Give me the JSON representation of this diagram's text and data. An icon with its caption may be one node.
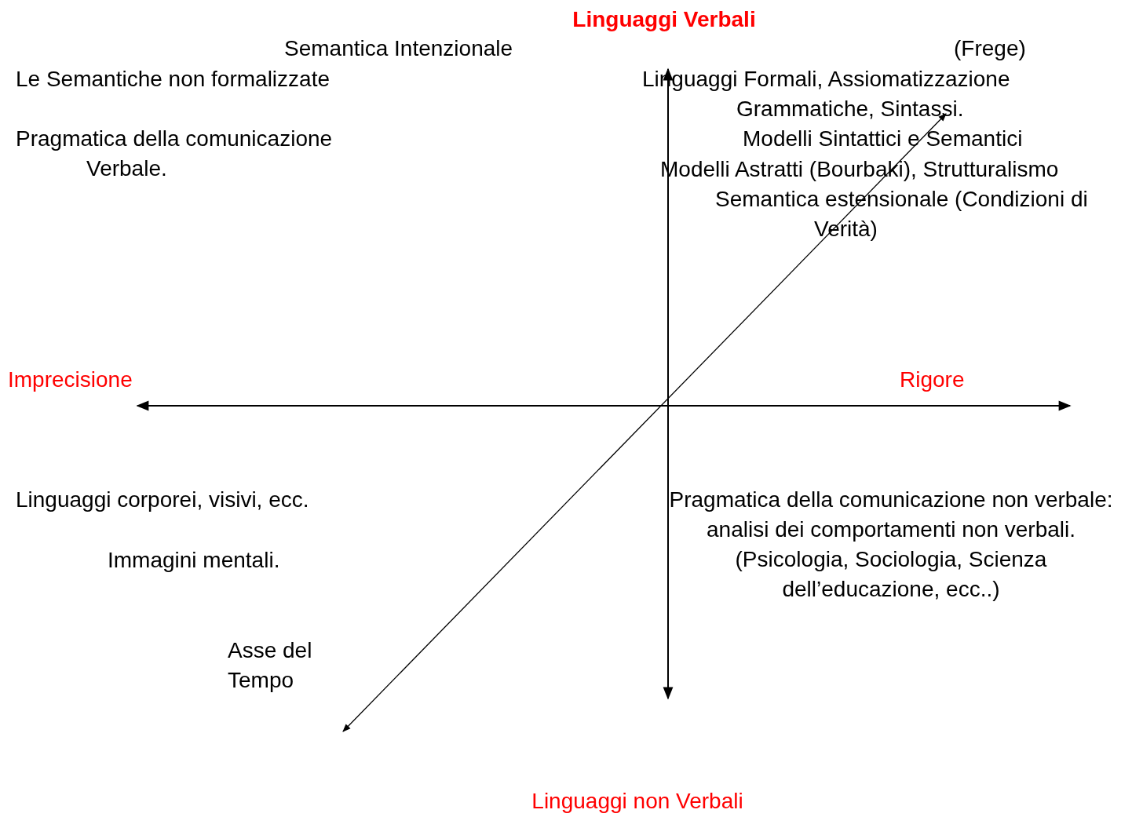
{
  "diagram": {
    "labels": [
      "Linguaggi Verbali",
      "Semantica Intenzionale",
      "(Frege)",
      "Le Semantiche non formalizzate",
      "Linguaggi Formali, Assiomatizzazione",
      "Grammatiche, Sintassi.",
      "Modelli Sintattici e Semantici",
      "Modelli Astratti (Bourbaki), Strutturalismo",
      "Semantica estensionale (Condizioni di Verità)",
      "Pragmatica della comunicazione Verbale.",
      "Imprecisione",
      "Rigore",
      "Linguaggi corporei, visivi, ecc.",
      "Pragmatica della comunicazione non verbale: analisi dei comportamenti non verbali. (Psicologia, Sociologia, Scienza dell’educazione, ecc..)",
      "Immagini mentali.",
      "Asse del Tempo",
      "Linguaggi non Verbali"
    ]
  }
}
